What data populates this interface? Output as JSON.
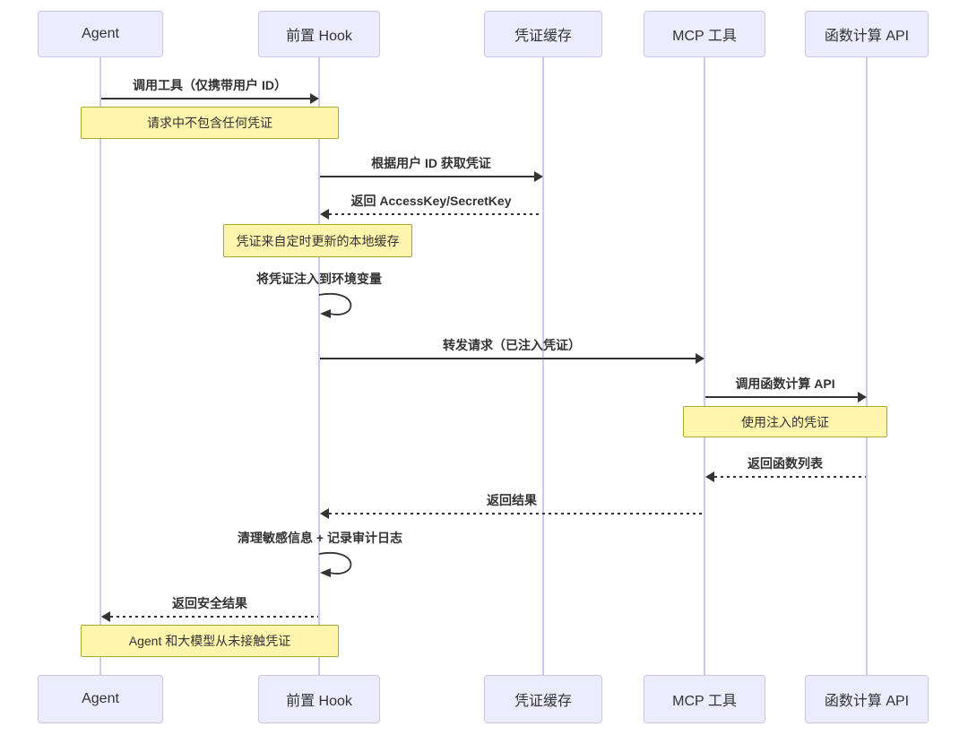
{
  "diagram_type": "sequence",
  "actors": [
    {
      "id": "agent",
      "label": "Agent"
    },
    {
      "id": "pre-hook",
      "label": "前置 Hook"
    },
    {
      "id": "credential-cache",
      "label": "凭证缓存"
    },
    {
      "id": "mcp-tool",
      "label": "MCP 工具"
    },
    {
      "id": "fc-api",
      "label": "函数计算 API"
    }
  ],
  "messages": [
    {
      "label": "调用工具（仅携带用户 ID）",
      "from": "Agent",
      "to": "前置 Hook",
      "style": "solid"
    },
    {
      "label": "根据用户 ID 获取凭证",
      "from": "前置 Hook",
      "to": "凭证缓存",
      "style": "solid"
    },
    {
      "label": "返回 AccessKey/SecretKey",
      "from": "凭证缓存",
      "to": "前置 Hook",
      "style": "dashed"
    },
    {
      "label": "将凭证注入到环境变量",
      "from": "前置 Hook",
      "to": "前置 Hook",
      "style": "self"
    },
    {
      "label": "转发请求（已注入凭证）",
      "from": "前置 Hook",
      "to": "MCP 工具",
      "style": "solid"
    },
    {
      "label": "调用函数计算 API",
      "from": "MCP 工具",
      "to": "函数计算 API",
      "style": "solid"
    },
    {
      "label": "返回函数列表",
      "from": "函数计算 API",
      "to": "MCP 工具",
      "style": "dashed"
    },
    {
      "label": "返回结果",
      "from": "MCP 工具",
      "to": "前置 Hook",
      "style": "dashed"
    },
    {
      "label": "清理敏感信息 + 记录审计日志",
      "from": "前置 Hook",
      "to": "前置 Hook",
      "style": "self"
    },
    {
      "label": "返回安全结果",
      "from": "前置 Hook",
      "to": "Agent",
      "style": "dashed"
    }
  ],
  "notes": [
    {
      "label": "请求中不包含任何凭证",
      "over": "Agent,前置 Hook"
    },
    {
      "label": "凭证来自定时更新的本地缓存",
      "over": "前置 Hook"
    },
    {
      "label": "使用注入的凭证",
      "over": "MCP 工具,函数计算 API"
    },
    {
      "label": "Agent 和大模型从未接触凭证",
      "over": "Agent,前置 Hook"
    }
  ],
  "colors": {
    "actor_fill": "#ECECFF",
    "actor_border": "#cdc4ea",
    "note_fill": "#fff5ad",
    "note_border": "#aaaa33",
    "line_color": "#333333",
    "lifeline_color": "#d2c9ee",
    "text_color": "#333333",
    "bg": "#ffffff"
  }
}
